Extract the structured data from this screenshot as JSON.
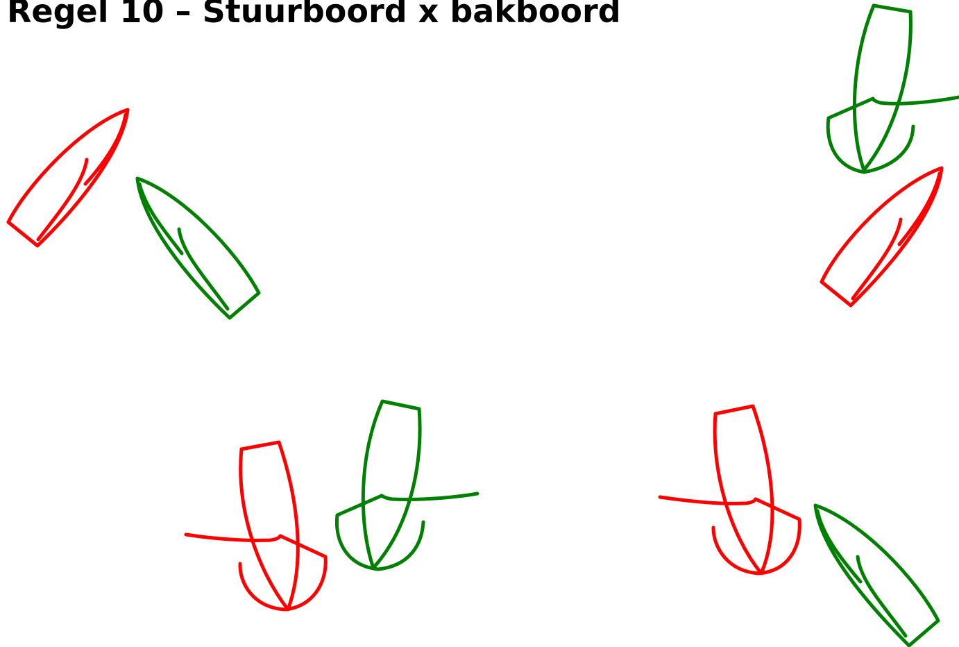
{
  "title": "Regel 10 – Stuurboord x bakboord",
  "colors": {
    "red_boat": "#ff0000",
    "green_boat": "#008000",
    "text": "#000000",
    "background": "#ffffff"
  },
  "boats": [
    {
      "name": "boat-red-top-left",
      "color": "red_boat",
      "pose": "top-down",
      "heading": "north-east"
    },
    {
      "name": "boat-green-top-left",
      "color": "green_boat",
      "pose": "top-down",
      "heading": "north-west"
    },
    {
      "name": "boat-green-top-right",
      "color": "green_boat",
      "pose": "stern-view"
    },
    {
      "name": "boat-red-top-right",
      "color": "red_boat",
      "pose": "top-down",
      "heading": "north-east"
    },
    {
      "name": "boat-red-bottom-left",
      "color": "red_boat",
      "pose": "stern-view"
    },
    {
      "name": "boat-green-bottom-left",
      "color": "green_boat",
      "pose": "stern-view"
    },
    {
      "name": "boat-red-bottom-right",
      "color": "red_boat",
      "pose": "stern-view"
    },
    {
      "name": "boat-green-bottom-right",
      "color": "green_boat",
      "pose": "top-down",
      "heading": "north-west"
    }
  ]
}
